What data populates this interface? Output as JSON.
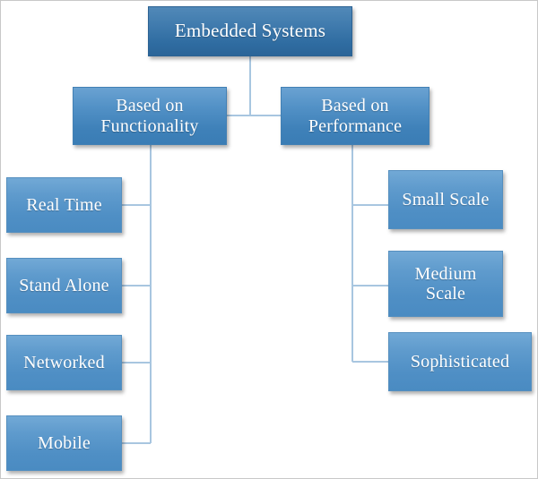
{
  "diagram": {
    "title": "Embedded Systems",
    "type": "hierarchy-tree",
    "colors": {
      "root_fill": "#2f6ca1",
      "level2_fill": "#4280b4",
      "leaf_fill": "#4f8fc5",
      "connector": "#a8c6e0",
      "text": "#ffffff",
      "background": "#ffffff",
      "border": "#c8c8c8"
    },
    "root": {
      "label": "Embedded Systems"
    },
    "branches": [
      {
        "id": "functionality",
        "label_line1": "Based on",
        "label_line2": "Functionality",
        "children": [
          {
            "id": "real-time",
            "label_line1": "Real Time",
            "label_line2": ""
          },
          {
            "id": "stand-alone",
            "label_line1": "Stand Alone",
            "label_line2": ""
          },
          {
            "id": "networked",
            "label_line1": "Networked",
            "label_line2": ""
          },
          {
            "id": "mobile",
            "label_line1": "Mobile",
            "label_line2": ""
          }
        ]
      },
      {
        "id": "performance",
        "label_line1": "Based on",
        "label_line2": "Performance",
        "children": [
          {
            "id": "small-scale",
            "label_line1": "Small Scale",
            "label_line2": ""
          },
          {
            "id": "medium-scale",
            "label_line1": "Medium",
            "label_line2": "Scale"
          },
          {
            "id": "sophisticated",
            "label_line1": "Sophisticated",
            "label_line2": ""
          }
        ]
      }
    ]
  }
}
